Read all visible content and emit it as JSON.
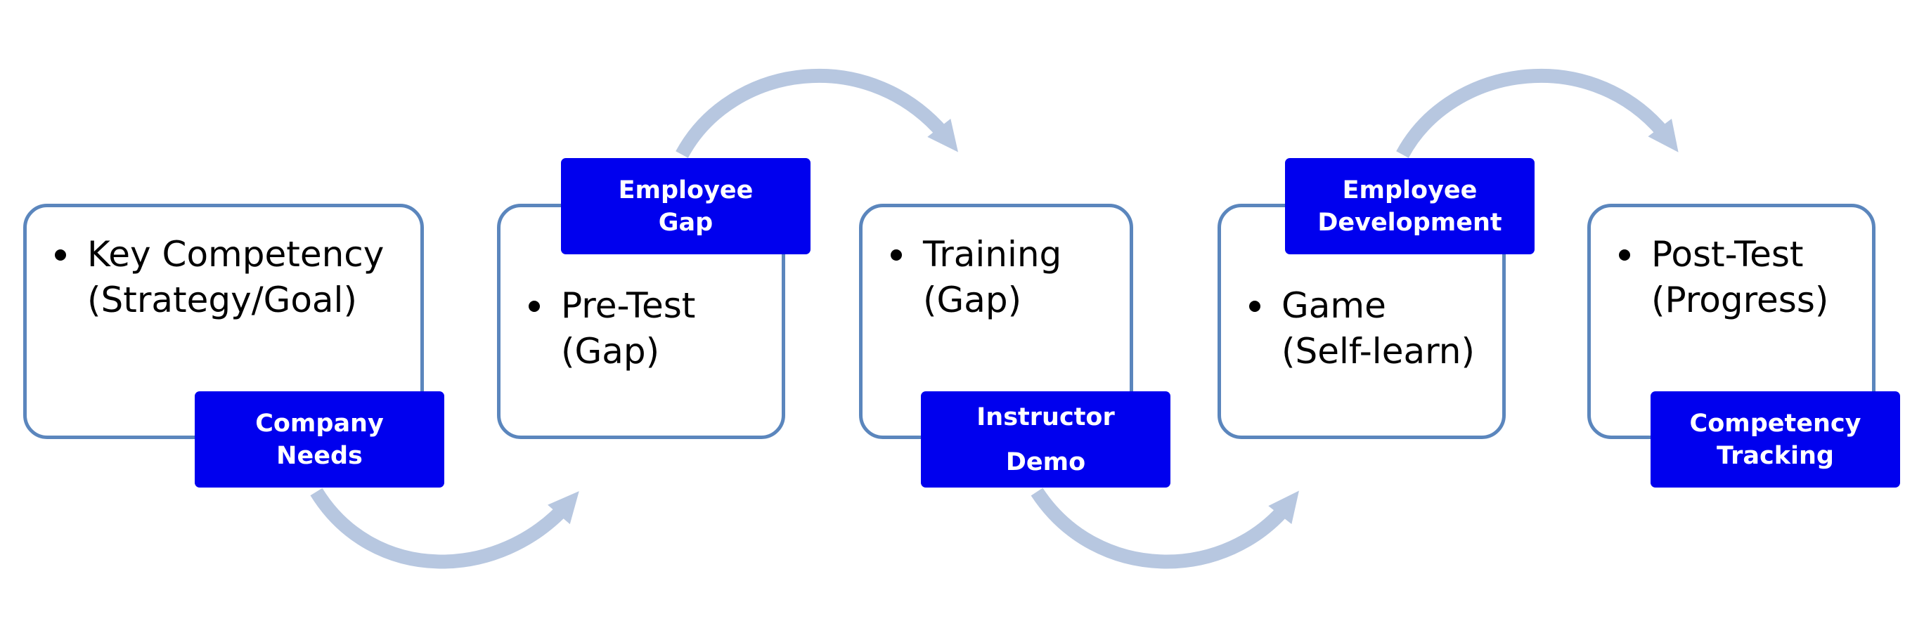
{
  "colors": {
    "box_border": "#5b86bd",
    "label_fill": "#0000ee",
    "label_text": "#ffffff",
    "arrow": "#b7c7e0",
    "bullet_text": "#000000"
  },
  "stages": [
    {
      "bullet_line1": "Key Competency",
      "bullet_line2": "(Strategy/Goal)",
      "label_line1": "Company",
      "label_line2": "Needs"
    },
    {
      "bullet_line1": "Pre-Test",
      "bullet_line2": "(Gap)",
      "label_line1": "Employee",
      "label_line2": "Gap"
    },
    {
      "bullet_line1": "Training",
      "bullet_line2": "(Gap)",
      "label_line1": "Instructor",
      "label_line2": "Demo"
    },
    {
      "bullet_line1": "Game",
      "bullet_line2": "(Self-learn)",
      "label_line1": "Employee",
      "label_line2": "Development"
    },
    {
      "bullet_line1": "Post-Test",
      "bullet_line2": "(Progress)",
      "label_line1": "Competency",
      "label_line2": "Tracking"
    }
  ],
  "connectors": [
    {
      "from": "Key Competency",
      "to": "Pre-Test",
      "arc": "bottom"
    },
    {
      "from": "Pre-Test",
      "to": "Training",
      "arc": "top"
    },
    {
      "from": "Training",
      "to": "Game",
      "arc": "bottom"
    },
    {
      "from": "Game",
      "to": "Post-Test",
      "arc": "top"
    }
  ]
}
